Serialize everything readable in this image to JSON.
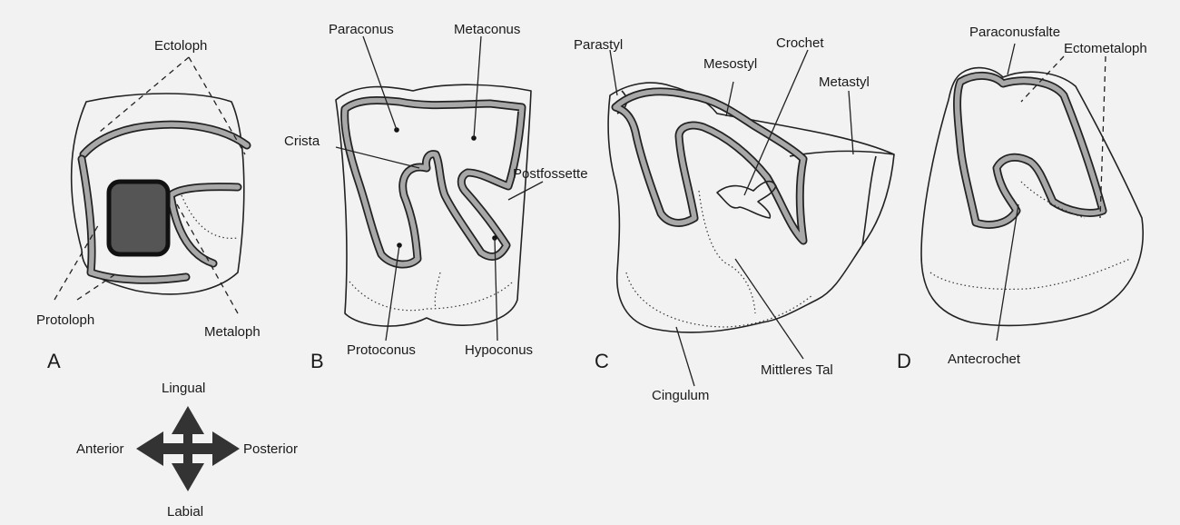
{
  "panels": {
    "a": {
      "letter": "A",
      "labels": {
        "ectoloph": "Ectoloph",
        "protoloph": "Protoloph",
        "metaloph": "Metaloph"
      }
    },
    "b": {
      "letter": "B",
      "labels": {
        "paraconus": "Paraconus",
        "metaconus": "Metaconus",
        "crista": "Crista",
        "postfossette": "Postfossette",
        "protoconus": "Protoconus",
        "hypoconus": "Hypoconus"
      }
    },
    "c": {
      "letter": "C",
      "labels": {
        "parastyl": "Parastyl",
        "mesostyl": "Mesostyl",
        "crochet": "Crochet",
        "metastyl": "Metastyl",
        "cingulum": "Cingulum",
        "mittleres_tal": "Mittleres Tal"
      }
    },
    "d": {
      "letter": "D",
      "labels": {
        "paraconusfalte": "Paraconusfalte",
        "ectometaloph": "Ectometaloph",
        "antecrochet": "Antecrochet"
      }
    }
  },
  "compass": {
    "lingual": "Lingual",
    "labial": "Labial",
    "anterior": "Anterior",
    "posterior": "Posterior"
  }
}
